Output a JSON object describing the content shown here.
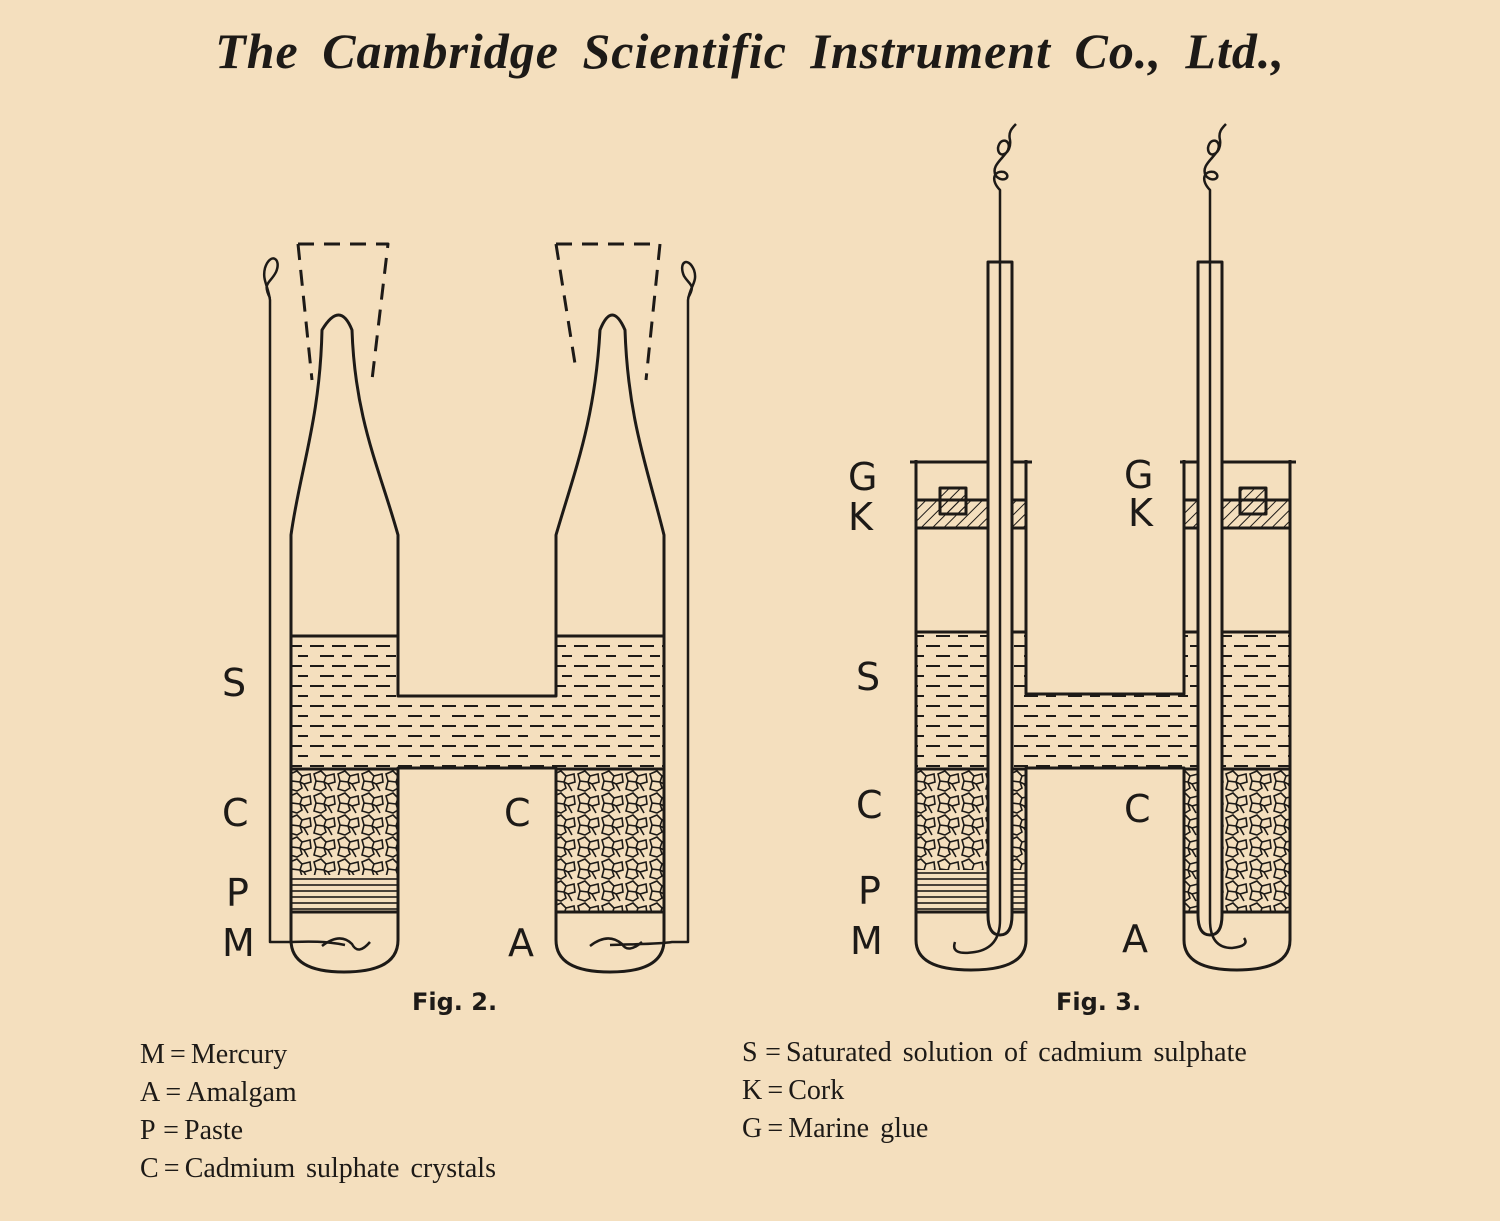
{
  "header": "The Cambridge Scientific Instrument Co., Ltd.,",
  "fig2": {
    "caption": "Fig. 2.",
    "labels": {
      "S": "S",
      "C_left": "C",
      "C_right": "C",
      "P": "P",
      "M": "M",
      "A": "A"
    }
  },
  "fig3": {
    "caption": "Fig. 3.",
    "labels": {
      "G_left": "G",
      "K_left": "K",
      "G_right": "G",
      "K_right": "K",
      "S": "S",
      "C_left": "C",
      "C_right": "C",
      "P": "P",
      "M": "M",
      "A": "A"
    }
  },
  "legend_left": [
    {
      "key": "M",
      "eq": "=",
      "text": "Mercury"
    },
    {
      "key": "A",
      "eq": "=",
      "text": "Amalgam"
    },
    {
      "key": "P",
      "eq": "=",
      "text": "Paste"
    },
    {
      "key": "C",
      "eq": "=",
      "text": "Cadmium sulphate crystals"
    }
  ],
  "legend_right": [
    {
      "key": "S",
      "eq": "=",
      "text": "Saturated solution of cadmium sulphate"
    },
    {
      "key": "K",
      "eq": "=",
      "text": "Cork"
    },
    {
      "key": "G",
      "eq": "=",
      "text": "Marine glue"
    }
  ],
  "colors": {
    "paper": "#f4dfbe",
    "ink": "#1d1a17"
  }
}
